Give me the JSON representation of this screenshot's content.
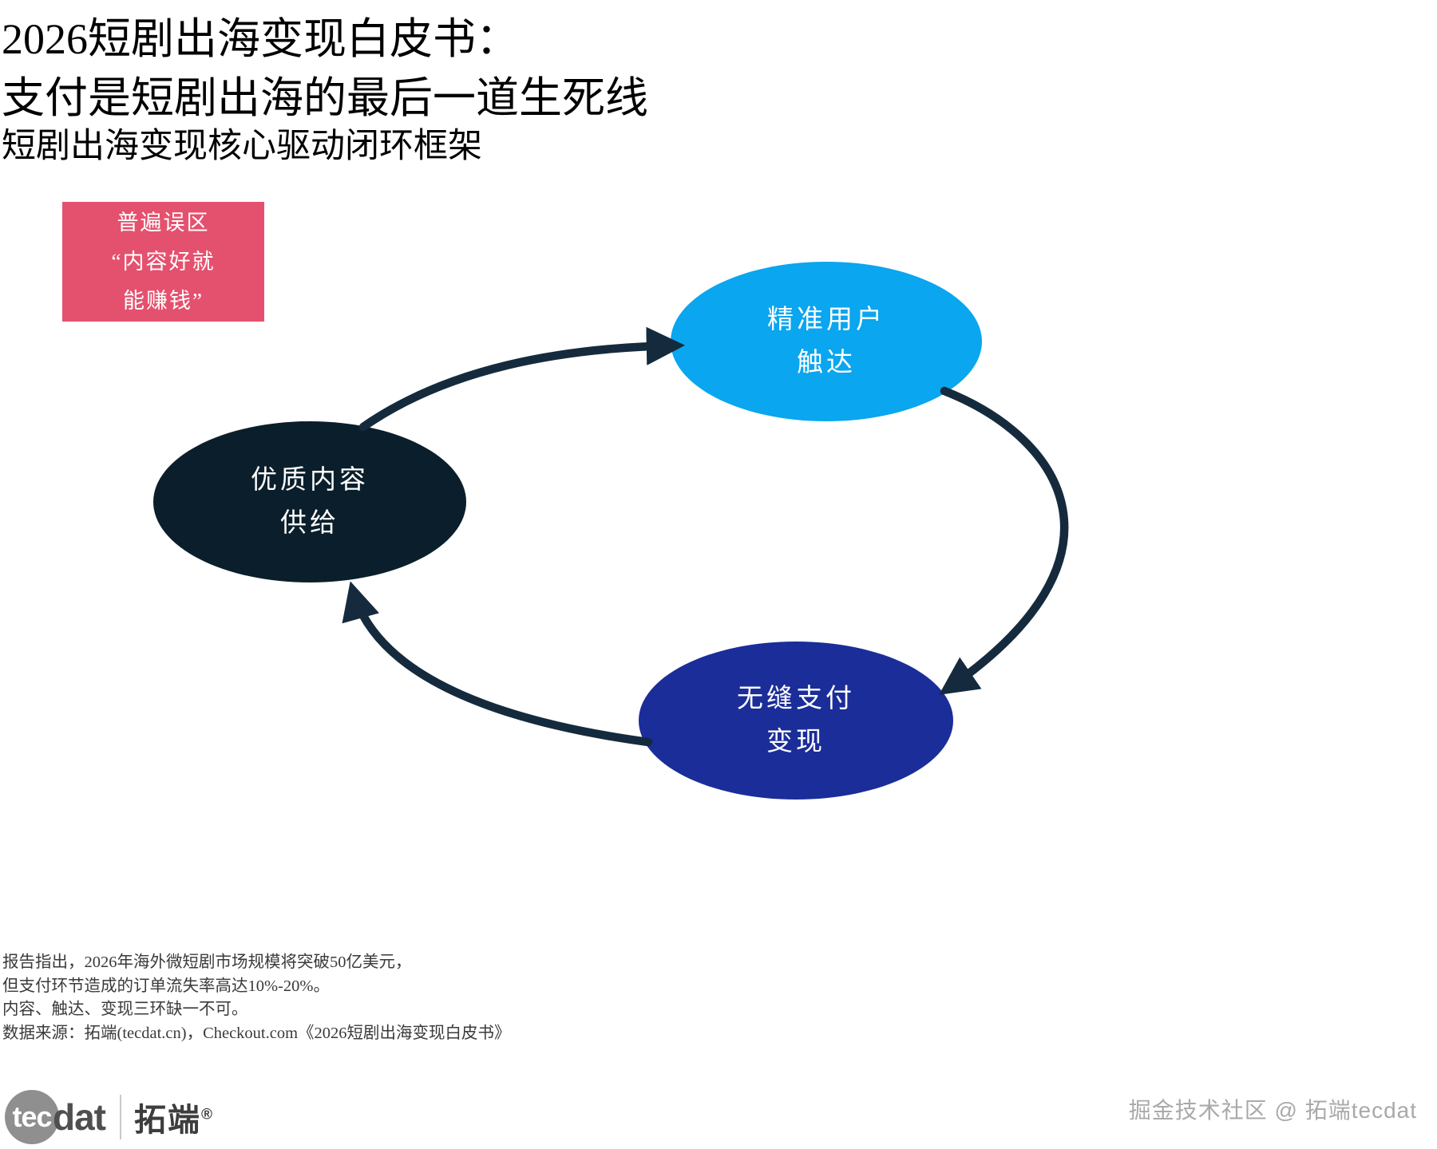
{
  "page": {
    "background": "#ffffff"
  },
  "header": {
    "title_line1": "2026短剧出海变现白皮书：",
    "title_line2": "支付是短剧出海的最后一道生死线",
    "subtitle": "短剧出海变现核心驱动闭环框架"
  },
  "misconception_box": {
    "bg_color": "#e4516e",
    "line1": "普遍误区",
    "line2": "“内容好就",
    "line3": "能赚钱”"
  },
  "diagram": {
    "arrow_color": "#152b3d",
    "nodes": {
      "reach": {
        "line1": "精准用户",
        "line2": "触达",
        "color": "#0aa6ef"
      },
      "content": {
        "line1": "优质内容",
        "line2": "供给",
        "color": "#0a1f2b"
      },
      "payment": {
        "line1": "无缝支付",
        "line2": "变现",
        "color": "#1b2d99"
      }
    }
  },
  "footnotes": {
    "line1": "报告指出，2026年海外微短剧市场规模将突破50亿美元，",
    "line2": "但支付环节造成的订单流失率高达10%-20%。",
    "line3": "内容、触达、变现三环缺一不可。",
    "line4": "数据来源：拓端(tecdat.cn)，Checkout.com《2026短剧出海变现白皮书》"
  },
  "footer": {
    "logo": {
      "circle_text": "tec",
      "wordmark_suffix": "dat",
      "brand_cn": "拓端",
      "registered_mark": "®"
    },
    "watermark": "掘金技术社区 @ 拓端tecdat"
  }
}
